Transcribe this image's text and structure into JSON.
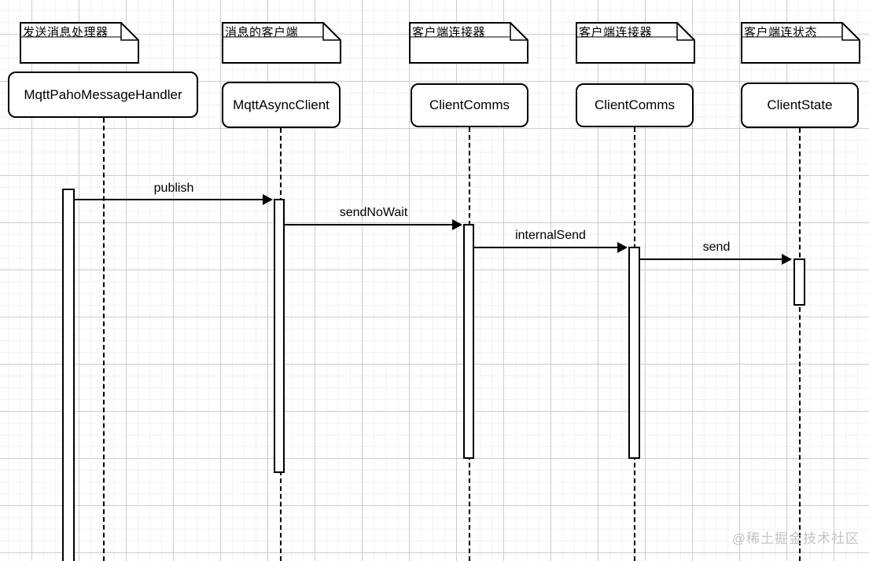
{
  "diagram": {
    "kind": "uml-sequence-diagram",
    "lifelines": [
      {
        "note": "发送消息处理器",
        "name": "MqttPahoMessageHandler"
      },
      {
        "note": "消息的客户端",
        "name": "MqttAsyncClient"
      },
      {
        "note": "客户端连接器",
        "name": "ClientComms"
      },
      {
        "note": "客户端连接器",
        "name": "ClientComms"
      },
      {
        "note": "客户端连状态",
        "name": "ClientState"
      }
    ],
    "messages": [
      {
        "label": "publish",
        "from": "MqttPahoMessageHandler",
        "to": "MqttAsyncClient"
      },
      {
        "label": "sendNoWait",
        "from": "MqttAsyncClient",
        "to": "ClientComms"
      },
      {
        "label": "internalSend",
        "from": "ClientComms",
        "to": "ClientComms"
      },
      {
        "label": "send",
        "from": "ClientComms",
        "to": "ClientState"
      }
    ],
    "watermark": "@稀土掘金技术社区"
  },
  "colors": {
    "stroke": "#000000",
    "fill": "#ffffff",
    "grid_major": "#cfcccc",
    "grid_minor": "#f4f1f1",
    "watermark": "#c3c3c3"
  }
}
